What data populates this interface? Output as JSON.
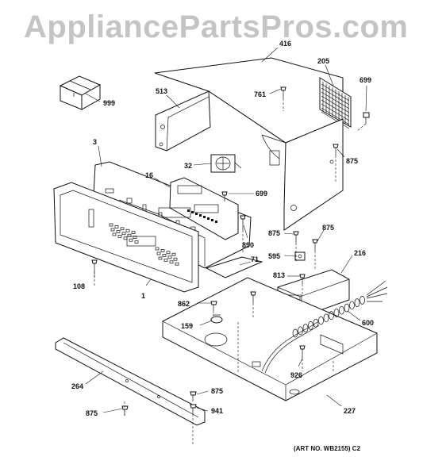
{
  "watermark": "AppliancePartsPros.com",
  "art_number": "(ART NO. WB2155) C2",
  "callouts": [
    {
      "id": "c416",
      "label": "416"
    },
    {
      "id": "c205",
      "label": "205"
    },
    {
      "id": "c699a",
      "label": "699"
    },
    {
      "id": "c999",
      "label": "999"
    },
    {
      "id": "c513",
      "label": "513"
    },
    {
      "id": "c761",
      "label": "761"
    },
    {
      "id": "c3",
      "label": "3"
    },
    {
      "id": "c875a",
      "label": "875"
    },
    {
      "id": "c16",
      "label": "16"
    },
    {
      "id": "c32",
      "label": "32"
    },
    {
      "id": "c699b",
      "label": "699"
    },
    {
      "id": "c875b",
      "label": "875"
    },
    {
      "id": "c875c",
      "label": "875"
    },
    {
      "id": "c890",
      "label": "890"
    },
    {
      "id": "c71",
      "label": "71"
    },
    {
      "id": "c595",
      "label": "595"
    },
    {
      "id": "c216",
      "label": "216"
    },
    {
      "id": "c108",
      "label": "108"
    },
    {
      "id": "c813",
      "label": "813"
    },
    {
      "id": "c1",
      "label": "1"
    },
    {
      "id": "c862",
      "label": "862"
    },
    {
      "id": "c159",
      "label": "159"
    },
    {
      "id": "c600",
      "label": "600"
    },
    {
      "id": "c926",
      "label": "926"
    },
    {
      "id": "c264",
      "label": "264"
    },
    {
      "id": "c875d",
      "label": "875"
    },
    {
      "id": "c941",
      "label": "941"
    },
    {
      "id": "c875e",
      "label": "875"
    },
    {
      "id": "c227",
      "label": "227"
    }
  ]
}
